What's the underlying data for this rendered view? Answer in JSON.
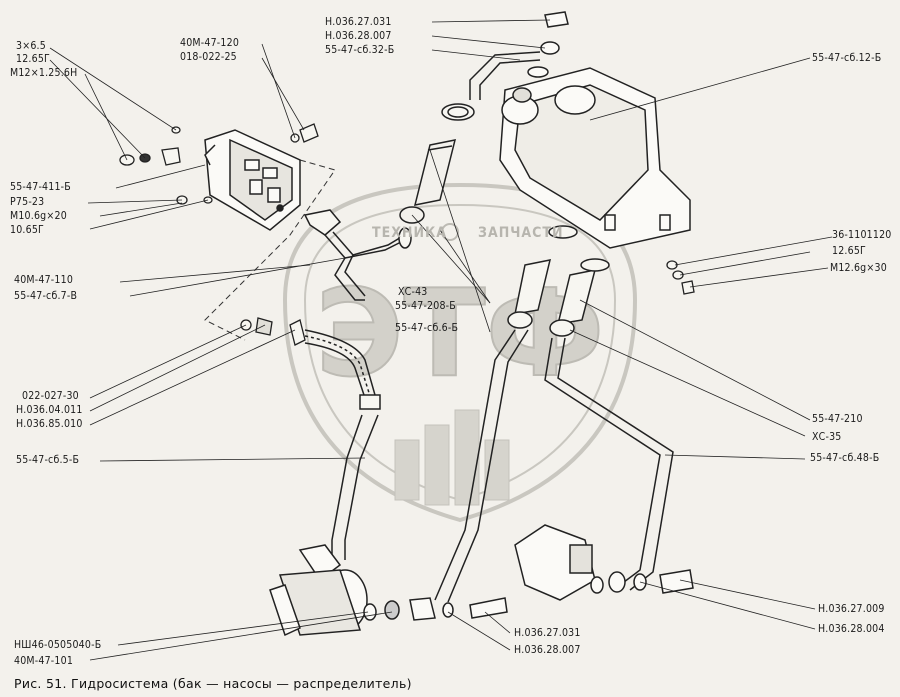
{
  "caption": "Рис. 51. Гидросистема (бак — насосы — распределитель)",
  "watermark": {
    "left": "ТЕХНИКА",
    "right": "ЗАПЧАСТИ",
    "monogram": "ЭТФ"
  },
  "labels": {
    "l1": "3×6.5",
    "l2": "12.65Г",
    "l3": "М12×1.25.6Н",
    "l4": "40М-47-120",
    "l5": "018-022-25",
    "l6": "Н.036.27.031",
    "l7": "Н.036.28.007",
    "l8": "55-47-сб.32-Б",
    "l9": "55-47-сб.12-Б",
    "l10": "55-47-411-Б",
    "l11": "Р75-23",
    "l12": "М10.6g×20",
    "l13": "10.65Г",
    "l14": "36-1101120",
    "l15": "12.65Г",
    "l16": "М12.6g×30",
    "l17": "40М-47-110",
    "l18": "55-47-сб.7-В",
    "l19": "ХС-43",
    "l20": "55-47-208-Б",
    "l21": "55-47-сб.6-Б",
    "l22": "022-027-30",
    "l23": "Н.036.04.011",
    "l24": "Н.036.85.010",
    "l25": "55-47-210",
    "l26": "ХС-35",
    "l27": "55-47-сб.5-Б",
    "l28": "55-47-сб.48-Б",
    "l29": "Н.036.27.009",
    "l30": "Н.036.28.004",
    "l31": "Н.036.27.031",
    "l32": "НШ46-0505040-Б",
    "l33": "Н.036.28.007",
    "l34": "40М-47-101"
  }
}
